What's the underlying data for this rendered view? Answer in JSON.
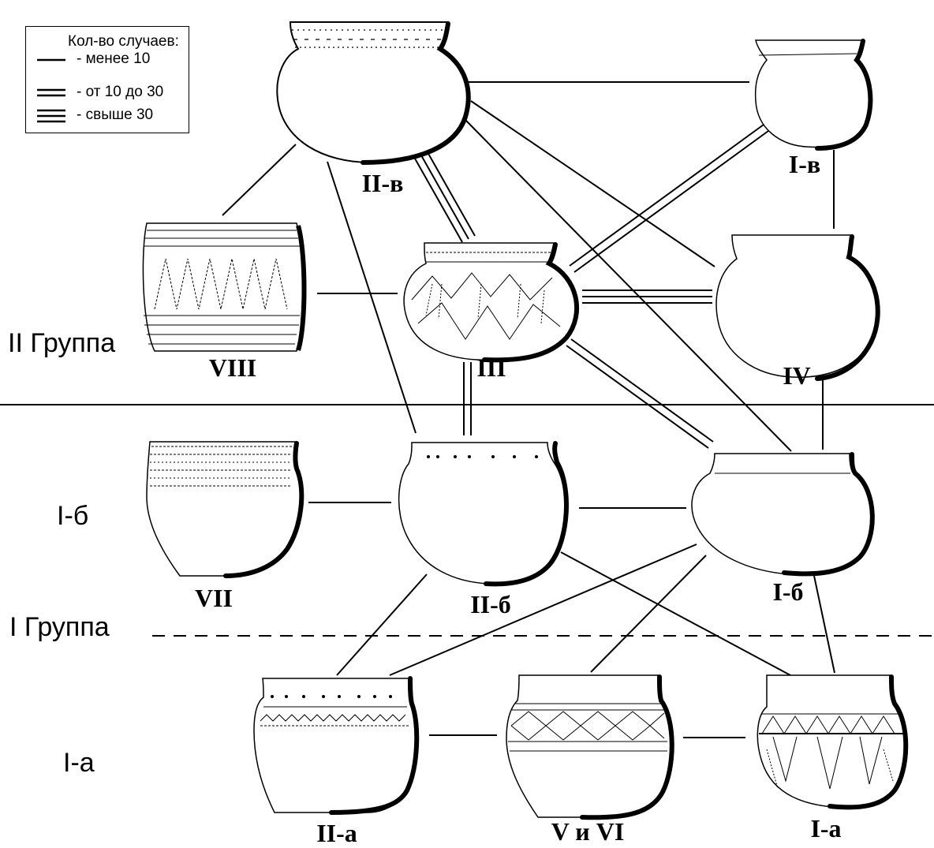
{
  "legend": {
    "title": "Кол-во случаев:",
    "rows": [
      {
        "symbol": "single-line",
        "text": "- менее 10"
      },
      {
        "symbol": "double-line",
        "text": "- от 10 до 30"
      },
      {
        "symbol": "triple-line",
        "text": "- свыше 30"
      }
    ]
  },
  "group_labels": {
    "group2": "II Группа",
    "i_b": "I-б",
    "group1": "I Группа",
    "i_a": "I-а"
  },
  "vessels": {
    "IIv": "II-в",
    "Iv": "I-в",
    "VIII": "VIII",
    "III": "III",
    "IV": "IV",
    "VII": "VII",
    "IIb": "II-б",
    "Ib": "I-б",
    "IIa": "II-а",
    "VVI": "V и VI",
    "Ia": "I-а"
  },
  "connections": [
    {
      "from": "II-в",
      "to": "I-в",
      "count_class": "single-line"
    },
    {
      "from": "II-в",
      "to": "VIII",
      "count_class": "single-line"
    },
    {
      "from": "II-в",
      "to": "III",
      "count_class": "triple-line"
    },
    {
      "from": "II-в",
      "to": "IV",
      "count_class": "single-line"
    },
    {
      "from": "II-в",
      "to": "I-б",
      "count_class": "single-line"
    },
    {
      "from": "II-в",
      "to": "II-б",
      "count_class": "single-line"
    },
    {
      "from": "I-в",
      "to": "IV",
      "count_class": "single-line"
    },
    {
      "from": "I-в",
      "to": "III",
      "count_class": "double-line"
    },
    {
      "from": "VIII",
      "to": "III",
      "count_class": "single-line"
    },
    {
      "from": "III",
      "to": "IV",
      "count_class": "triple-line"
    },
    {
      "from": "III",
      "to": "II-б",
      "count_class": "double-line"
    },
    {
      "from": "III",
      "to": "I-б",
      "count_class": "double-line"
    },
    {
      "from": "IV",
      "to": "I-б",
      "count_class": "single-line"
    },
    {
      "from": "VII",
      "to": "II-б",
      "count_class": "single-line"
    },
    {
      "from": "II-б",
      "to": "I-б",
      "count_class": "single-line"
    },
    {
      "from": "II-б",
      "to": "II-а",
      "count_class": "single-line"
    },
    {
      "from": "II-б",
      "to": "I-а",
      "count_class": "single-line"
    },
    {
      "from": "I-б",
      "to": "II-а",
      "count_class": "single-line"
    },
    {
      "from": "I-б",
      "to": "V и VI",
      "count_class": "single-line"
    },
    {
      "from": "I-б",
      "to": "I-а",
      "count_class": "single-line"
    },
    {
      "from": "II-а",
      "to": "V и VI",
      "count_class": "single-line"
    },
    {
      "from": "V и VI",
      "to": "I-а",
      "count_class": "single-line"
    }
  ]
}
